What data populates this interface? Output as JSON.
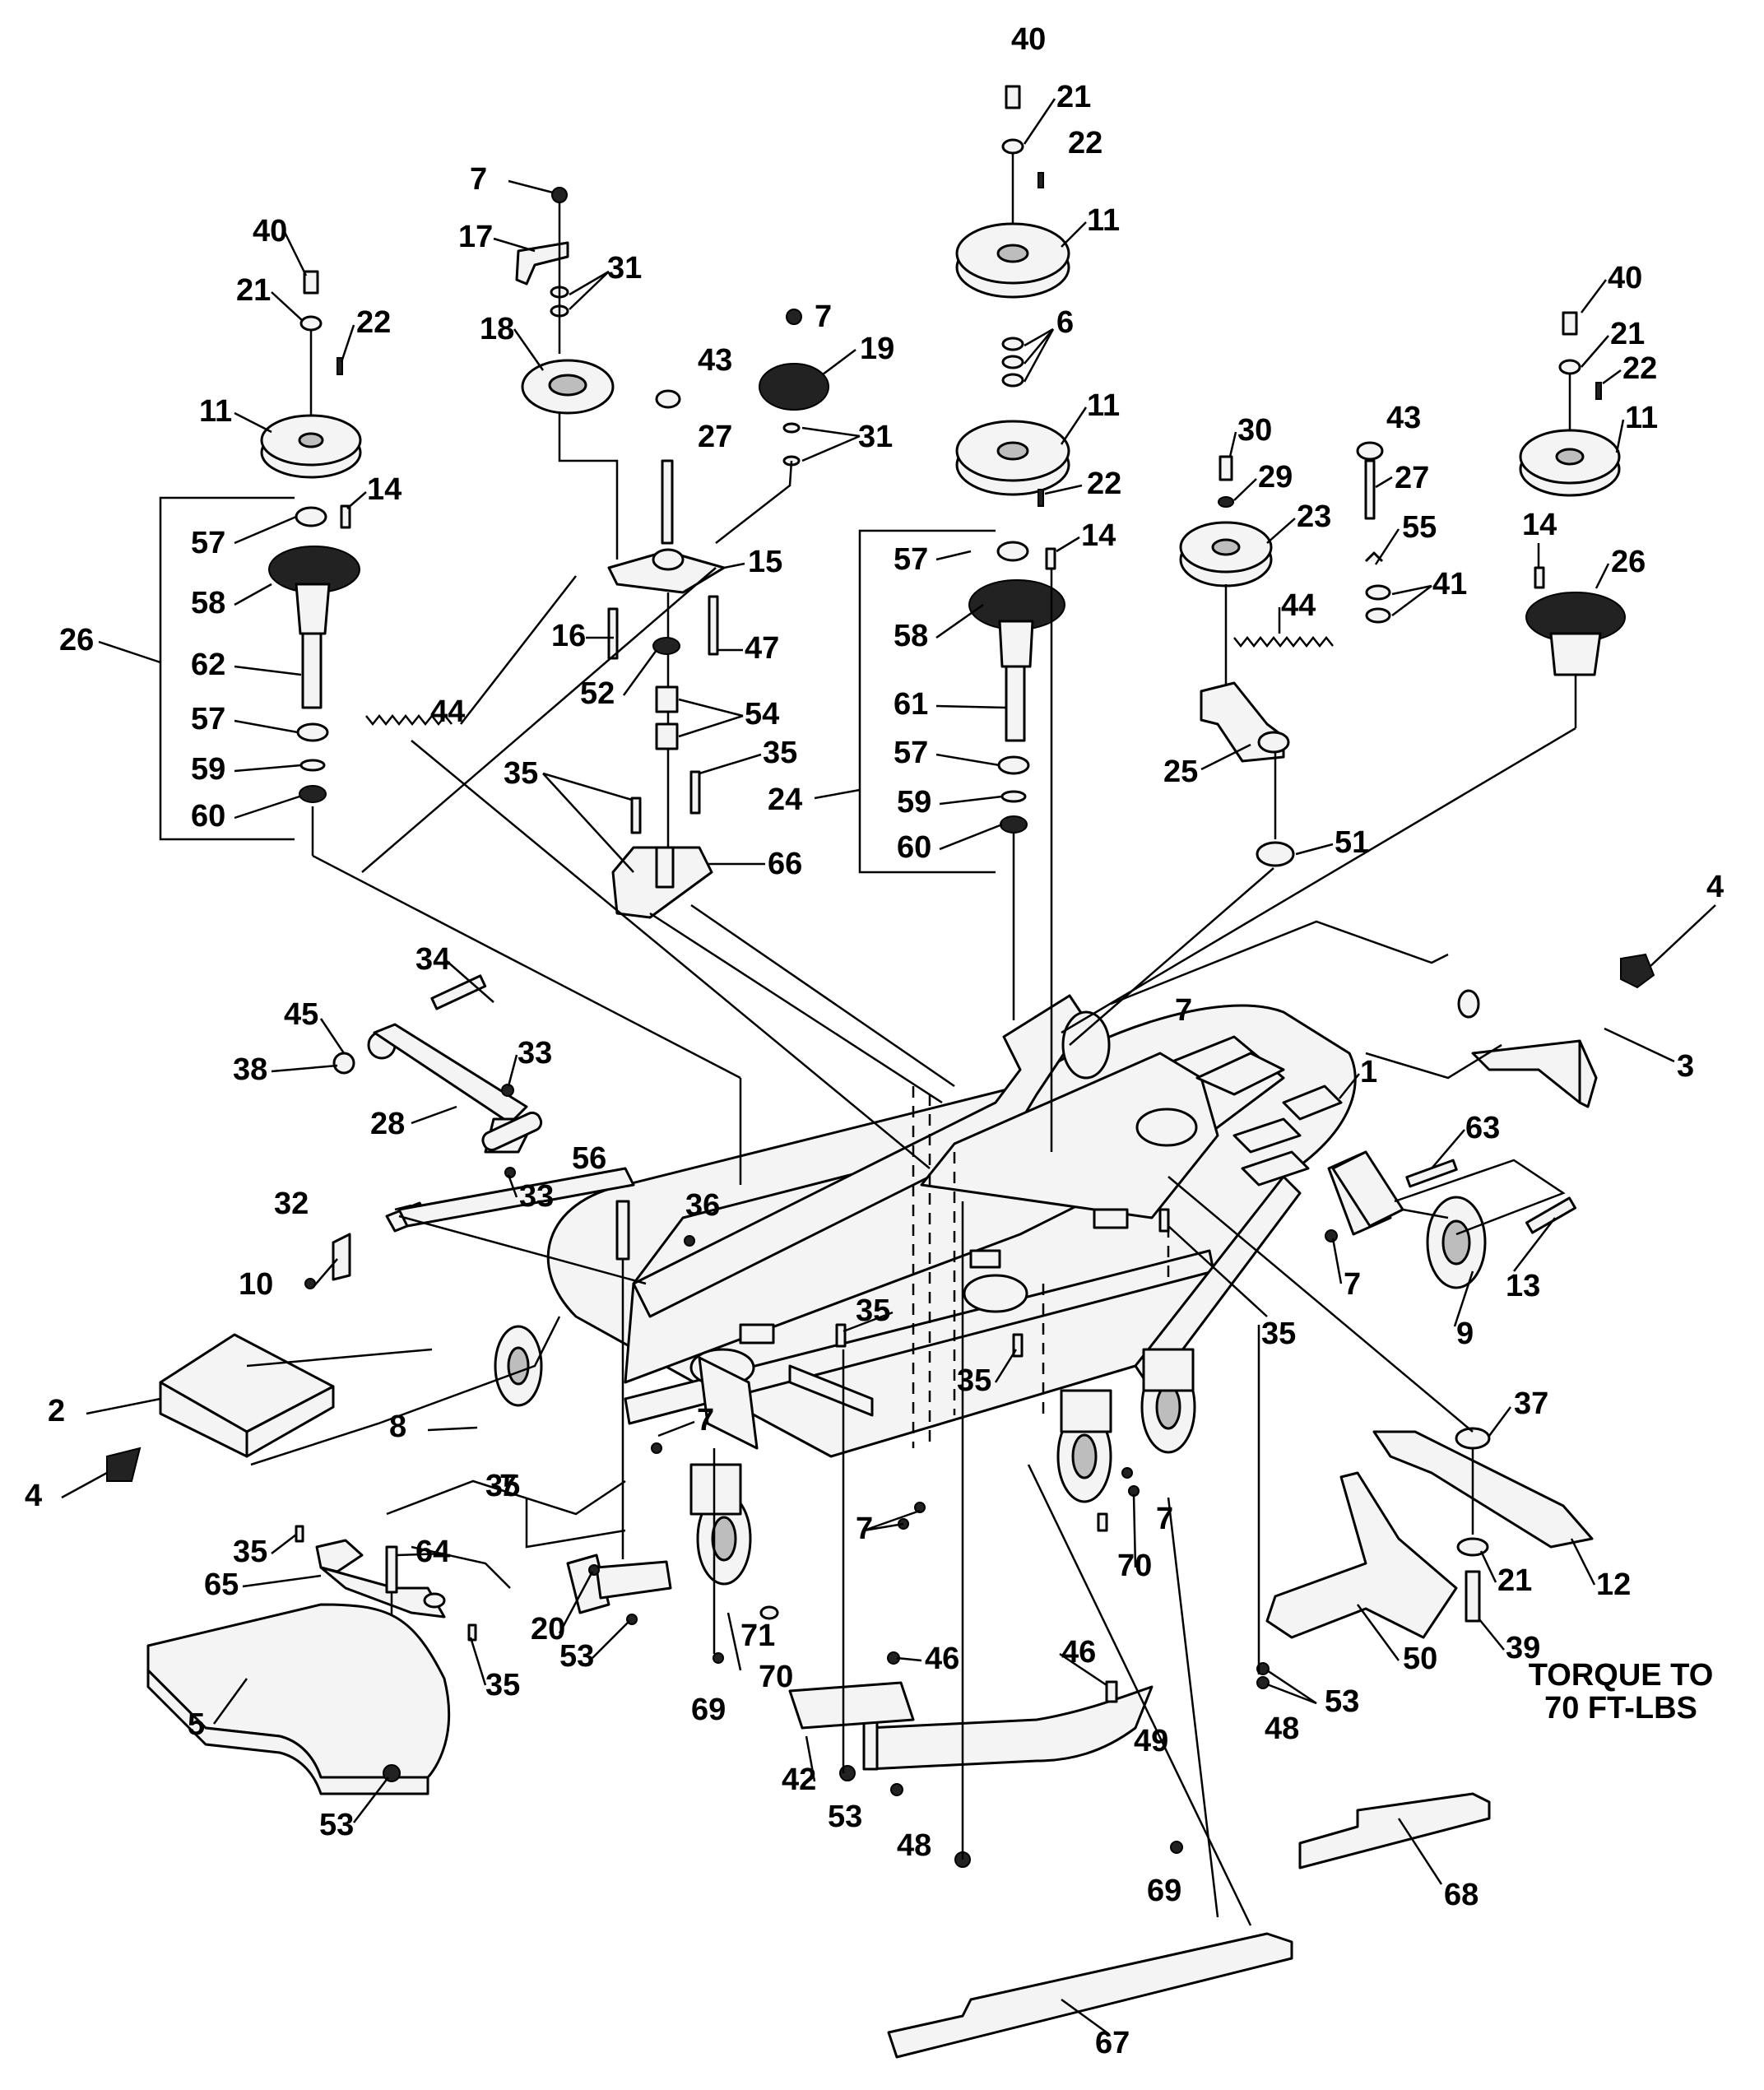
{
  "diagram": {
    "callouts": [
      "40",
      "21",
      "22",
      "11",
      "6",
      "11",
      "22",
      "7",
      "17",
      "31",
      "18",
      "7",
      "19",
      "43",
      "27",
      "31",
      "40",
      "21",
      "22",
      "11",
      "14",
      "57",
      "58",
      "62",
      "26",
      "57",
      "59",
      "60",
      "15",
      "16",
      "52",
      "47",
      "54",
      "35",
      "35",
      "44",
      "66",
      "24",
      "57",
      "58",
      "61",
      "57",
      "59",
      "60",
      "14",
      "30",
      "29",
      "23",
      "43",
      "27",
      "55",
      "41",
      "44",
      "25",
      "51",
      "40",
      "21",
      "22",
      "11",
      "14",
      "26",
      "4",
      "3",
      "7",
      "1",
      "63",
      "7",
      "35",
      "9",
      "13",
      "34",
      "45",
      "38",
      "28",
      "33",
      "33",
      "56",
      "36",
      "32",
      "10",
      "35",
      "35",
      "7",
      "2",
      "4",
      "8",
      "7",
      "35",
      "37",
      "12",
      "21",
      "39",
      "35",
      "64",
      "65",
      "35",
      "20",
      "53",
      "5",
      "53",
      "69",
      "71",
      "70",
      "46",
      "42",
      "53",
      "48",
      "49",
      "46",
      "53",
      "48",
      "50",
      "53",
      "69",
      "68",
      "67",
      "70",
      "7",
      "7"
    ],
    "torque_note": [
      "TORQUE TO",
      "70 FT-LBS"
    ]
  }
}
